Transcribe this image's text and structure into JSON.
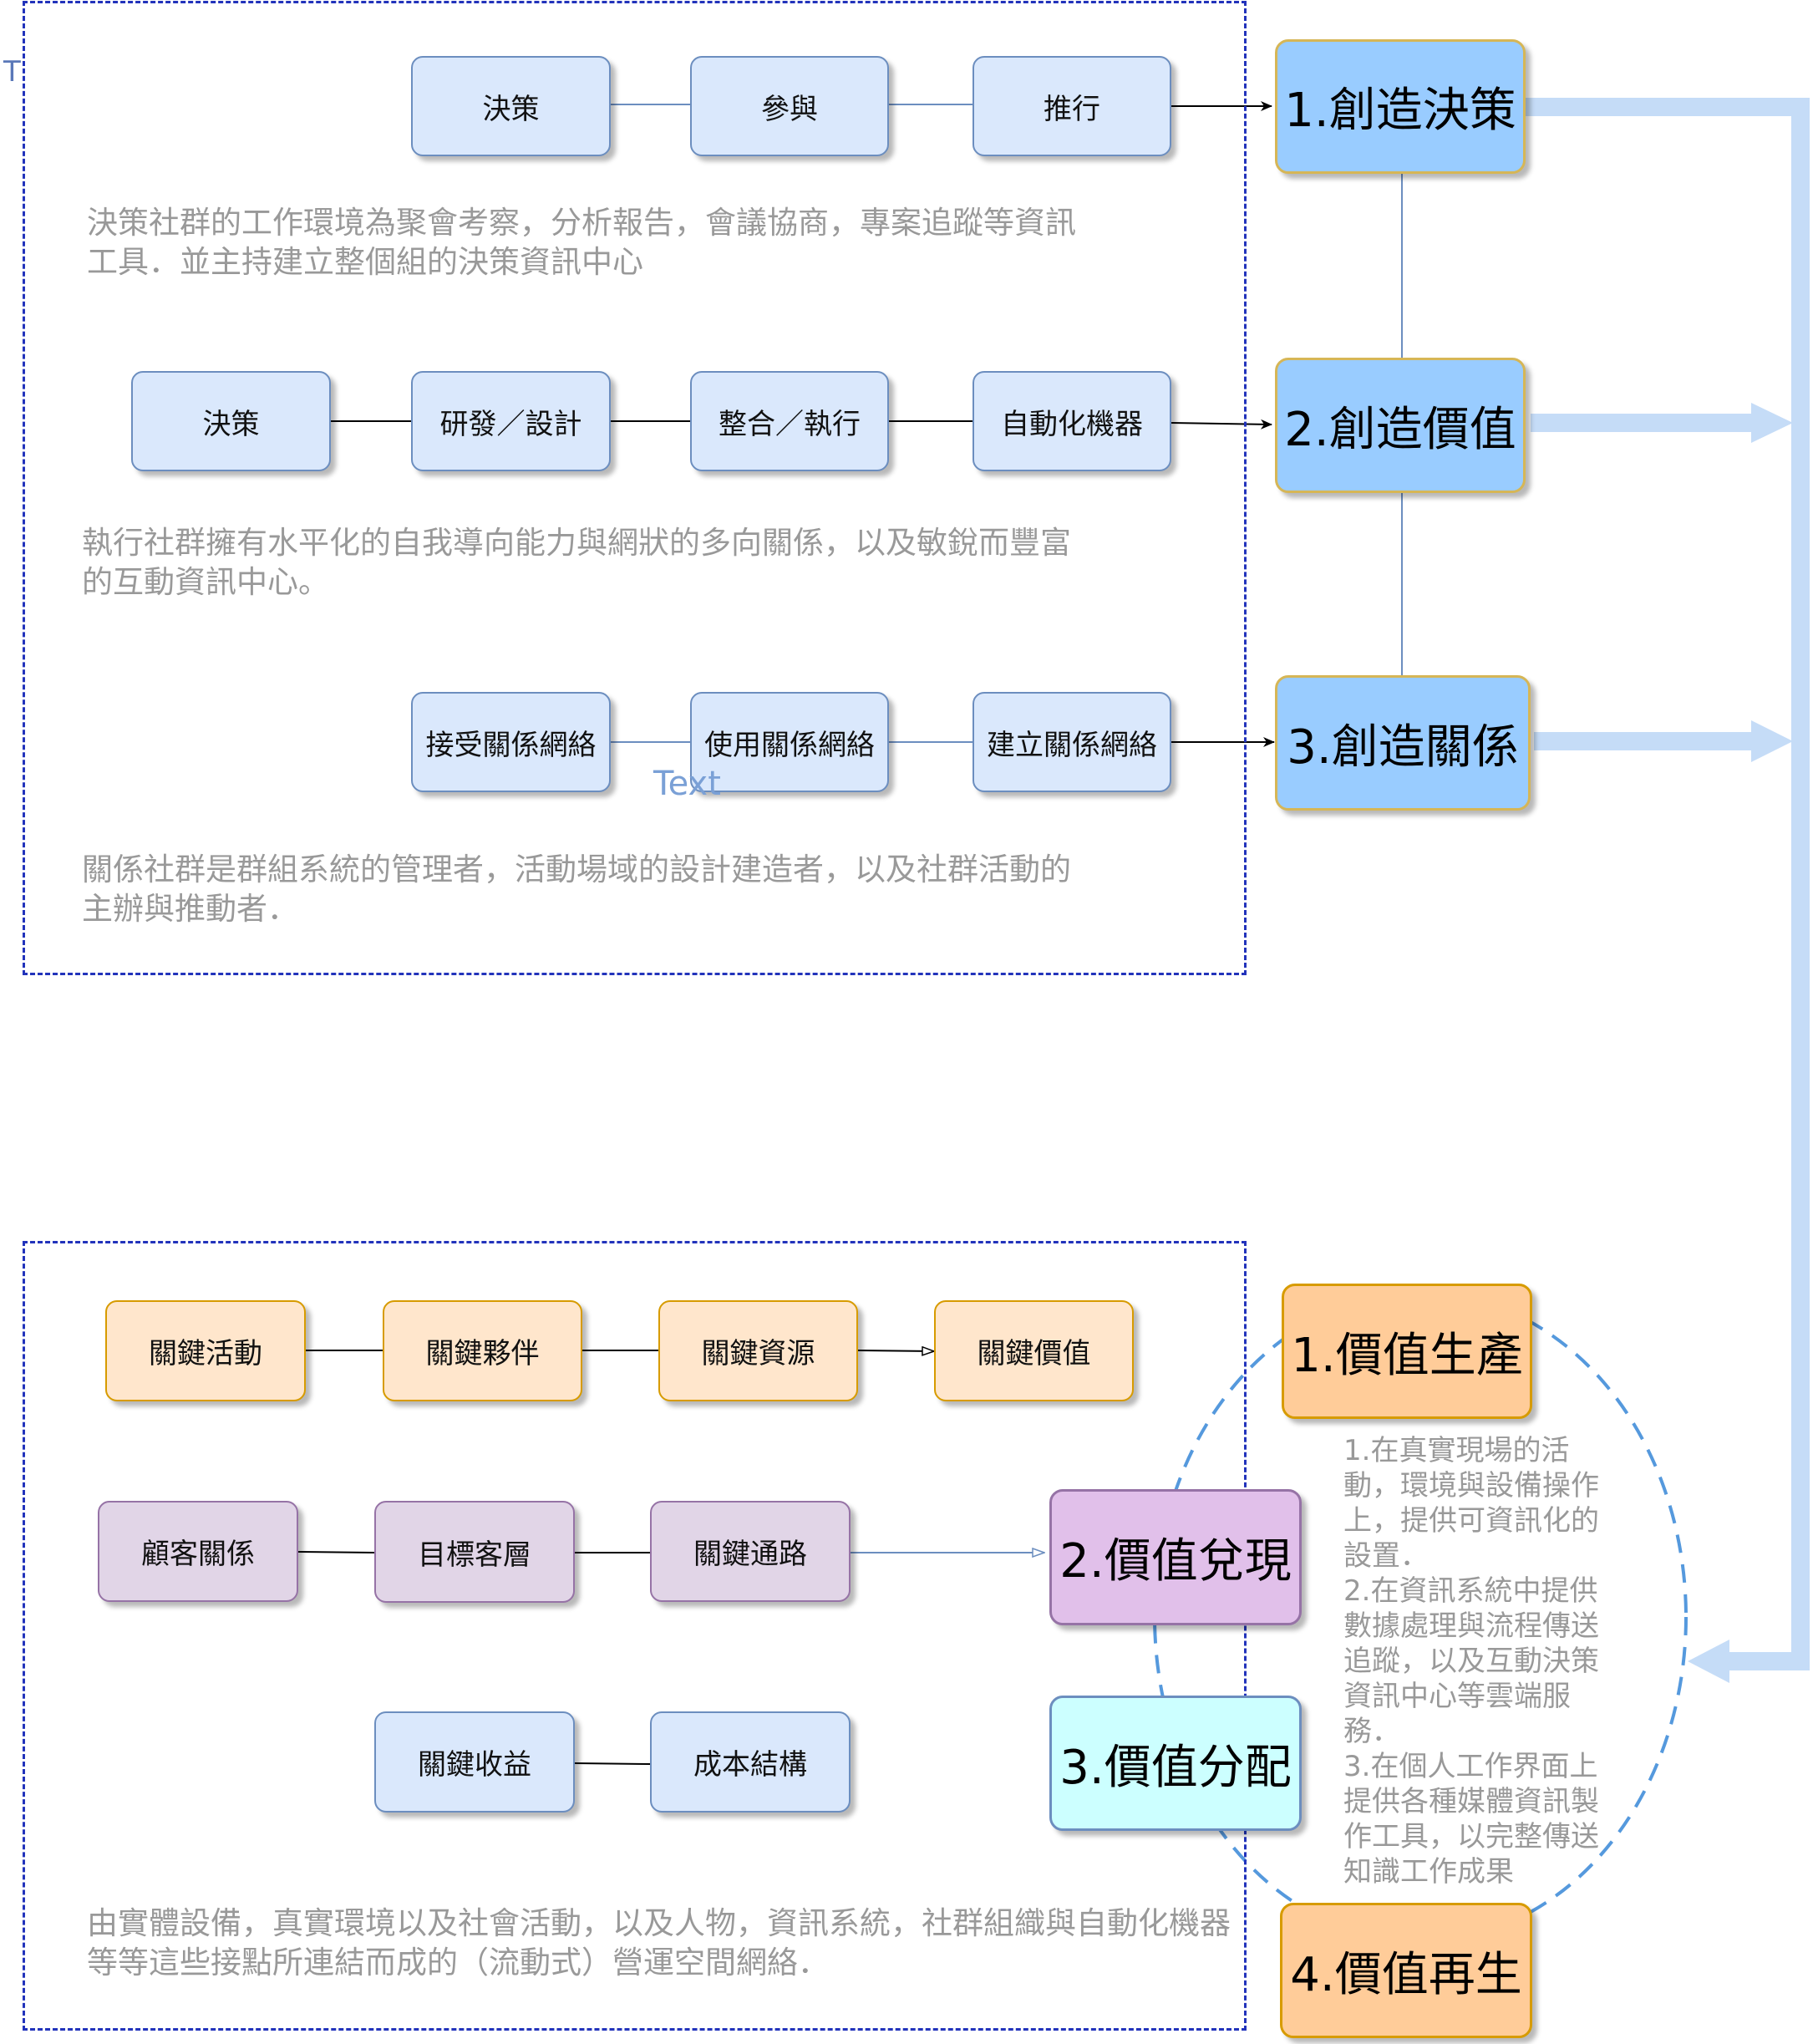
{
  "top": {
    "row1": [
      "決策",
      "參與",
      "推行"
    ],
    "desc1": [
      "決策社群的工作環境為聚會考察，分析報告，會議協商，專案追蹤等資訊",
      "工具．並主持建立整個組的決策資訊中心"
    ],
    "row2": [
      "決策",
      "研發／設計",
      "整合／執行",
      "自動化機器"
    ],
    "desc2": [
      "執行社群擁有水平化的自我導向能力與網狀的多向關係，以及敏銳而豐富",
      "的互動資訊中心。"
    ],
    "row3": [
      "接受關係網絡",
      "使用關係網絡",
      "建立關係網絡"
    ],
    "desc3": [
      "關係社群是群組系統的管理者，活動場域的設計建造者，以及社群活動的",
      "主辦與推動者．"
    ],
    "text_label": "Text",
    "corner_mark": "T"
  },
  "right": {
    "create": [
      "1.創造決策",
      "2.創造價值",
      "3.創造關係"
    ]
  },
  "bottom": {
    "row1": [
      "關鍵活動",
      "關鍵夥伴",
      "關鍵資源",
      "關鍵價值"
    ],
    "row2": [
      "顧客關係",
      "目標客層",
      "關鍵通路"
    ],
    "row3": [
      "關鍵收益",
      "成本結構"
    ],
    "desc": [
      "由實體設備，真實環境以及社會活動，以及人物，資訊系統，社群組織與自動化機器",
      "等等這些接點所連結而成的（流動式）營運空間網絡．"
    ]
  },
  "cycle": {
    "value_production": "1.價值生產",
    "value_realization": "2.價值兌現",
    "value_distribution": "3.價值分配",
    "value_regeneration": "4.價值再生",
    "notes": [
      "1.在真實現場的活",
      "動，環境與設備操作",
      "上，提供可資訊化的",
      "設置．",
      "2.在資訊系統中提供",
      "數據處理與流程傳送",
      "追蹤，以及互動決策",
      "資訊中心等雲端服",
      "務．",
      "3.在個人工作界面上",
      "提供各種媒體資訊製",
      "作工具，以完整傳送",
      "知識工作成果"
    ]
  },
  "colors": {
    "dash_border": "#2233bb",
    "light_blue": "#dae8fc",
    "light_orange": "#ffe6cc",
    "light_purple": "#e1d5e7",
    "sky_blue": "#99ccff",
    "big_arrow": "#c5dcf7",
    "circle_dash": "#5599dd",
    "desc_gray": "#999999"
  }
}
